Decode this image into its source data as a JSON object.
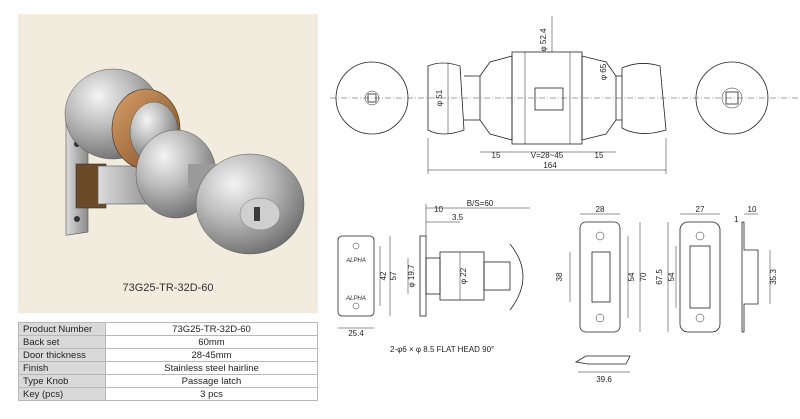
{
  "product_image": {
    "caption": "73G25-TR-32D-60"
  },
  "spec_table": {
    "rows": [
      {
        "key": "Product Number",
        "value": "73G25-TR-32D-60"
      },
      {
        "key": "Back set",
        "value": "60mm"
      },
      {
        "key": "Door thickness",
        "value": "28-45mm"
      },
      {
        "key": "Finish",
        "value": "Stainless steel hairline"
      },
      {
        "key": "Type Knob",
        "value": "Passage latch"
      },
      {
        "key": "Key (pcs)",
        "value": "3 pcs"
      }
    ]
  },
  "drawing": {
    "knob_dims": {
      "rose_dia": "φ 52.4",
      "knob_dia": "φ 51",
      "knob_dia_right": "φ 65",
      "rose_left": "15",
      "door_range": "V=28~45",
      "rose_right": "15",
      "overall": "164"
    },
    "latch_dims": {
      "face_offset": "10",
      "backset": "B/S=60",
      "bolt": "3.5",
      "height": "57",
      "hole_spacing": "42",
      "hub_dia": "φ 19.7",
      "bolt_dia": "φ 22",
      "face_width": "25.4",
      "screws": "2-φ6 × φ 8.5 FLAT HEAD 90°"
    },
    "strike_dims": {
      "width": "28",
      "opening": "38",
      "hole_spacing": "54",
      "height": "70",
      "lip": "39.6"
    },
    "box_dims": {
      "width": "27",
      "depth": "10",
      "flange": "1",
      "height": "67.5",
      "inner": "54",
      "box_height": "35.3"
    },
    "latch_face_text": [
      "ALPHA",
      "ALPHA"
    ]
  }
}
